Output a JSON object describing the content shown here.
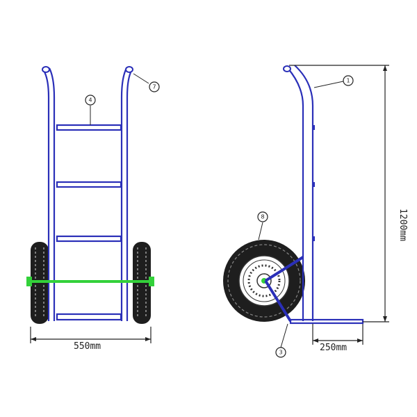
{
  "dimensions": {
    "width": "550mm",
    "height": "1200mm",
    "toe_plate": "250mm"
  },
  "callouts": [
    "1",
    "3",
    "4",
    "7",
    "8"
  ],
  "colors": {
    "frame": "#2a2fb8",
    "axle": "#33d13a",
    "tire": "#1e1e1e",
    "lines": "#222222"
  }
}
